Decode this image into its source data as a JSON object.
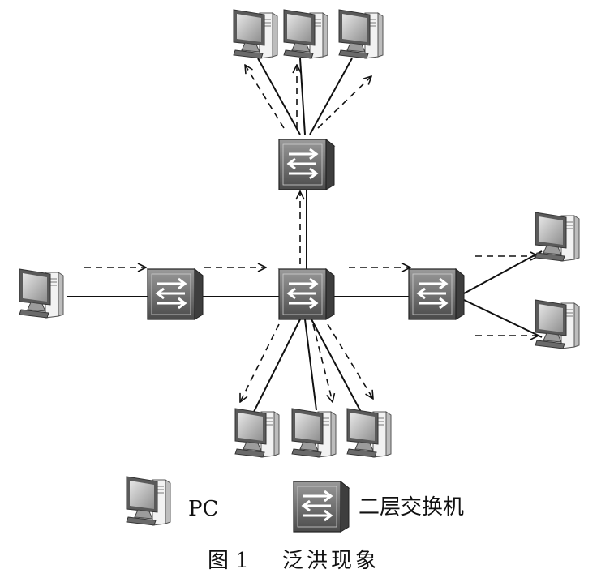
{
  "legend": {
    "pc_label": "PC",
    "switch_label": "二层交换机"
  },
  "caption": {
    "number": "图 1",
    "title": "泛洪现象"
  }
}
